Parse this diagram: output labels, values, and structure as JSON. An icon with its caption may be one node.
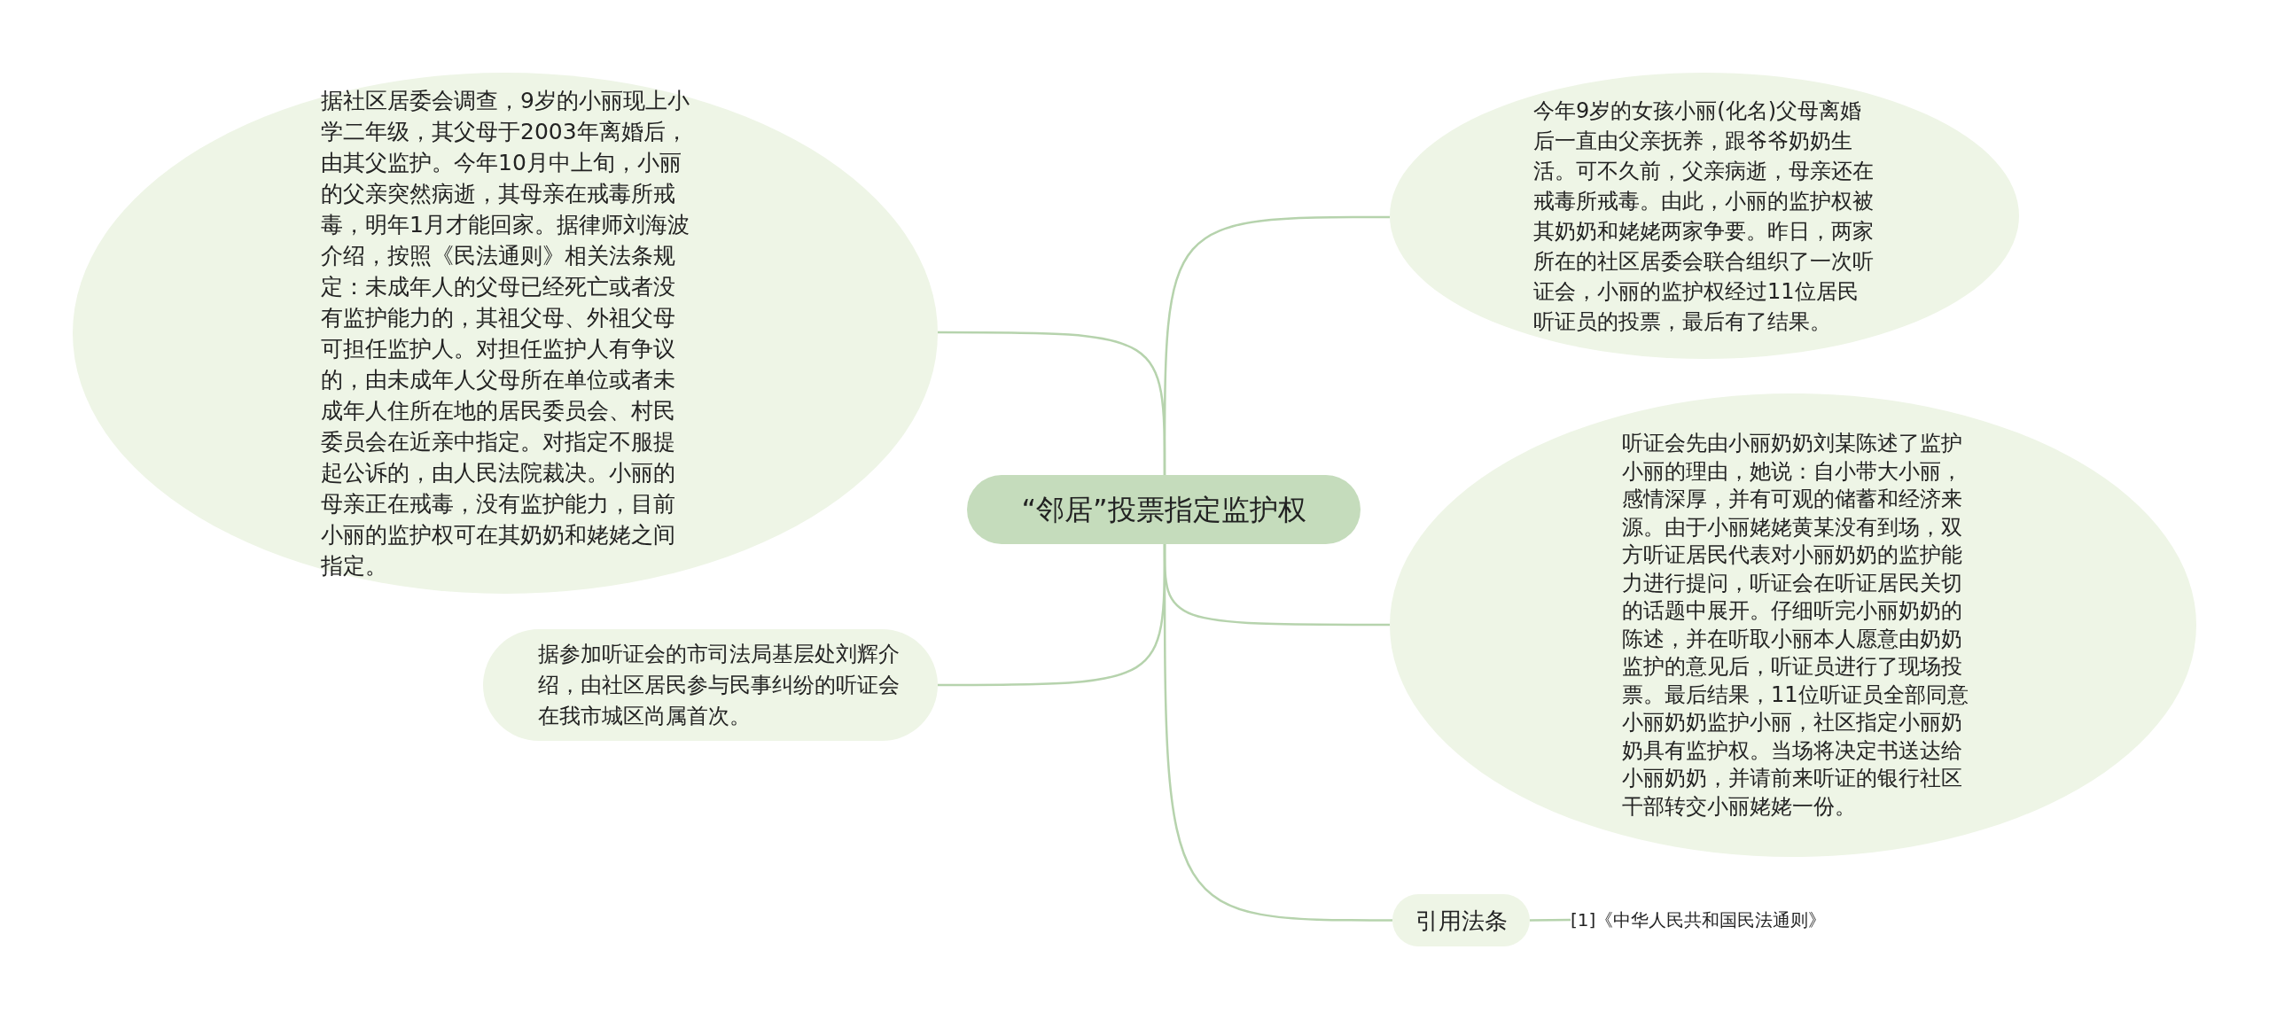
{
  "diagram": {
    "nodes": [
      {
        "text": [
          "“邻居”投票指定监护权"
        ]
      },
      {
        "text": [
          "据社区居委会调查，9岁的小丽现上小学二年级，其父母于2003年离婚后，由其父监护。今年10月中上旬，小丽的父亲突然病逝，其母亲在戒毒所戒毒，明年1月才能回家。据律师刘海波介绍，按照《民法通则》相关法条规定：未成年人的父母已经死亡或者没有监护能力的，其祖父母、外祖父母可担任监护人。对担任监护人有争议的，由未成年人父母所在单位或者未成年人住所在地的居民委员会、村民委员会在近亲中指定。对指定不服提起公诉的，由人民法院裁决。小丽的母亲正在戒毒，没有监护能力，目前小丽的监护权可在其奶奶和姥姥之间指定。"
        ]
      },
      {
        "text": [
          "据参加听证会的市司法局基层处刘辉介绍，由社区居民参与民事纠纷的听证会在我市城区尚属首次。"
        ]
      },
      {
        "text": [
          "今年9岁的女孩小丽(化名)父母离婚后一直由父亲抚养，跟爷爷奶奶生活。可不久前，父亲病逝，母亲还在戒毒所戒毒。由此，小丽的监护权被其奶奶和姥姥两家争要。昨日，两家所在的社区居委会联合组织了一次听证会，小丽的监护权经过11位居民听证员的投票，最后有了结果。"
        ]
      },
      {
        "text": [
          "听证会先由小丽奶奶刘某陈述了监护小丽的理由，她说：自小带大小丽，感情深厚，并有可观的储蓄和经济来源。由于小丽姥姥黄某没有到场，双方听证居民代表对小丽奶奶的监护能力进行提问，听证会在听证居民关切的话题中展开。仔细听完小丽奶奶的陈述，并在听取小丽本人愿意由奶奶监护的意见后，听证员进行了现场投票。最后结果，11位听证员全部同意小丽奶奶监护小丽，社区指定小丽奶奶具有监护权。当场将决定书送达给小丽奶奶，并请前来听证的银行社区干部转交小丽姥姥一份。"
        ]
      },
      {
        "text": [
          "引用法条"
        ]
      },
      {
        "text": [
          "[1]《中华人民共和国民法通则》"
        ]
      }
    ],
    "edges": [
      {
        "from": 0,
        "to": 1,
        "arrow": "none"
      },
      {
        "from": 0,
        "to": 2,
        "arrow": "none"
      },
      {
        "from": 0,
        "to": 3,
        "arrow": "none"
      },
      {
        "from": 0,
        "to": 4,
        "arrow": "none"
      },
      {
        "from": 0,
        "to": 5,
        "arrow": "none"
      },
      {
        "from": 5,
        "to": 6,
        "arrow": "none"
      }
    ]
  }
}
